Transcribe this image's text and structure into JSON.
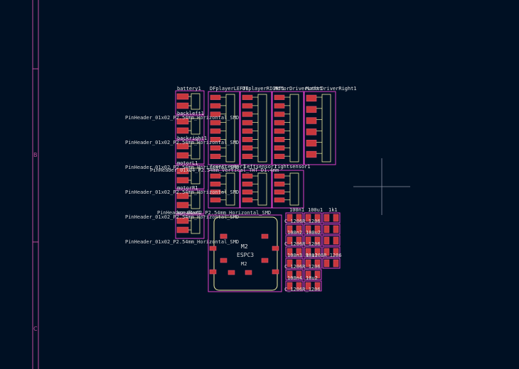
{
  "sheet": {
    "row_letters": [
      "B",
      "C"
    ]
  },
  "colors": {
    "background": "#001023",
    "frame": "#c24d9e",
    "pad": "#c8373c",
    "pad_outline": "#e05070",
    "silkscreen": "#f2eda1",
    "courtyard": "#e040c8",
    "label": "#e8e8e8",
    "crosshair": "#8a8fa3"
  },
  "references": {
    "battery": "battery1",
    "dfplayer_left": "DFplayerLEFT1",
    "dfplayer_right": "DFplayerRIGHT1",
    "motor_driver_left": "MotorDriverLeft1",
    "motor_driver_right": "MotorDriverRight1",
    "backleft": "backleft1",
    "backright": "backright1",
    "motorl": "motorL1",
    "motorr": "motorR1",
    "frontcenter": "frontcenter1",
    "leftsensor": "leftsensor1",
    "rightsensor": "rightsensor1",
    "speaker": "speaker1",
    "module": "M2",
    "module_value": "ESPC3",
    "module_ref_inner": "M2",
    "cap1": "100n1",
    "cap2": "100u1",
    "res1": "1k1",
    "cap3": "100n2",
    "cap4": "100u2",
    "cap5": "100n3",
    "cap6": "10u1",
    "cap7": "100n4",
    "cap8": "10u2"
  },
  "values": {
    "pin_header": "PinHeader_01x02_P2.54mm_Horizontal_SMD",
    "socket_long": "PinHeader_01x04_P2.54mm_Vertical_THT_D1.4mm",
    "speaker_value": "PinHeader_01x02_P2.54mm_Horizontal_SMD",
    "c1206": "C_1206R_1206",
    "c1206b": "C_1206R_1206",
    "r1206": "R_1206R_1206"
  }
}
